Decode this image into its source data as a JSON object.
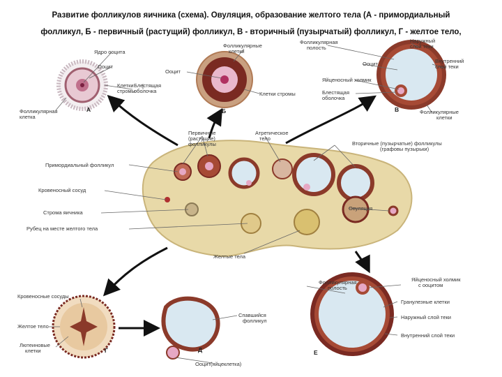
{
  "title_line1": "Развитие фолликулов яичника (схема). Овуляция,   образование желтого тела (А - примордиальный",
  "title_line2": "фолликул, Б - первичный (растущий) фолликул, В - вторичный (пузырчатый) фолликул, Г - желтое тело,",
  "panel_letters": {
    "a": "А",
    "b": "Б",
    "v": "В",
    "g": "Г",
    "d": "Д",
    "e": "Е"
  },
  "labels": {
    "a_nucleus": "Ядро ооцита",
    "a_oocyte": "Ооцит",
    "a_theca_stroma_1": "Клетки",
    "a_theca_stroma_2": "стромы",
    "a_zona_1": "Блестящая",
    "a_zona_2": "оболочка",
    "a_follicular": "Фолликулярная",
    "a_follicular_2": "клетка",
    "b_follicular_1": "Фолликулярные",
    "b_follicular_2": "клетки",
    "b_oocyte": "Ооцит",
    "b_stroma": "Клетки стромы",
    "v_cavity_1": "Фолликулярная",
    "v_cavity_2": "полость",
    "v_outer_theca_1": "Наружный",
    "v_outer_theca_2": "слой теки",
    "v_oocyte": "Ооцит",
    "v_inner_theca_1": "Внутренний",
    "v_inner_theca_2": "слой теки",
    "v_cumulus": "Яйценосный холмик",
    "v_zona_1": "Блестящая",
    "v_zona_2": "оболочка",
    "v_follicular_1": "Фолликулярные",
    "v_follicular_2": "клетки",
    "m_primary_1": "Первичные",
    "m_primary_2": "(растущие)",
    "m_primary_3": "фолликулы",
    "m_atretic_1": "Атретическое",
    "m_atretic_2": "тело",
    "m_secondary_1": "Вторичные (пузырчатые) фолликулы",
    "m_secondary_2": "(графовы пузырьки)",
    "m_primordial": "Примордиальный фолликул",
    "m_vessel": "Кровеносный сосуд",
    "m_stroma": "Строма яичника",
    "m_scar": "Рубец на месте желтого тела",
    "m_ovulation": "Овуляция",
    "m_corpus_luteum": "Желтые тела",
    "g_vessels": "Кровеносные сосуды",
    "g_corpus": "Желтое тело",
    "g_lutein_1": "Лютеиновые",
    "g_lutein_2": "клетки",
    "d_ruptured_1": "Спавшийся",
    "d_ruptured_2": "фолликул",
    "d_oocyte": "Ооцит(яйцеклетка)",
    "e_cavity_1": "Фолликулярная",
    "e_cavity_2": "полость",
    "e_cumulus_1": "Яйценосный холмик",
    "e_cumulus_2": "с ооцитом",
    "e_granulosa": "Гранулезные клетки",
    "e_outer_theca": "Наружный слой теки",
    "e_inner_theca": "Внутренний слой теки"
  },
  "colors": {
    "stroma": "#e8d9a8",
    "granulosa": "#9a3a2a",
    "oocyte": "#e6a8c4",
    "cavity": "#cfe3ef",
    "arrow": "#111111",
    "leader": "#666666"
  }
}
